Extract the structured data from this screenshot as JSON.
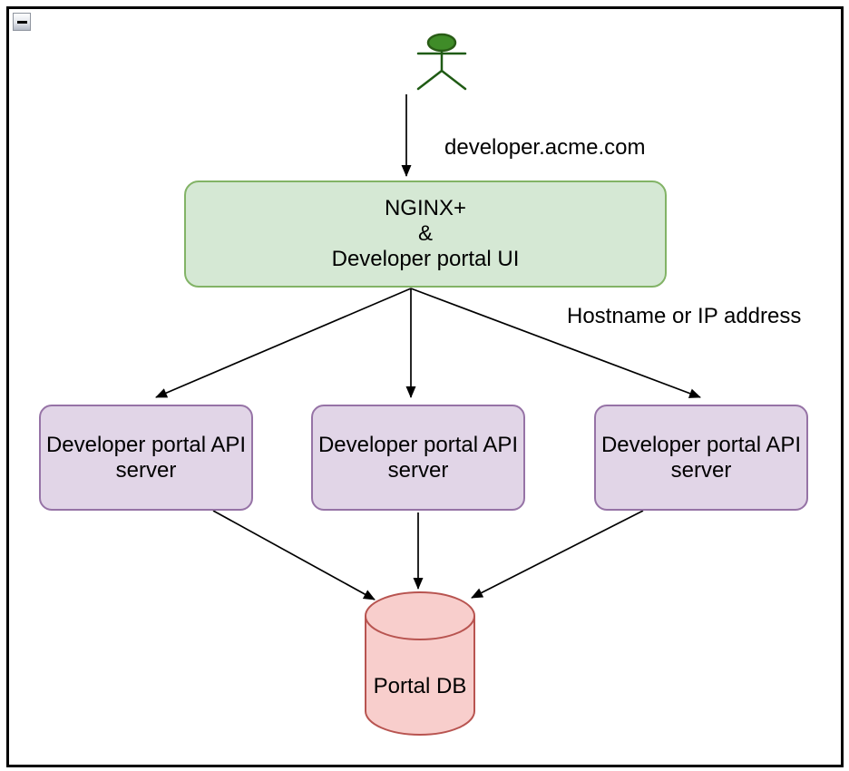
{
  "window": {
    "collapse_button": {
      "icon": "minus-icon"
    }
  },
  "colors": {
    "edge": "#000000",
    "gateway_fill": "#d5e8d4",
    "gateway_stroke": "#82b366",
    "api_fill": "#e1d5e7",
    "api_stroke": "#9673a6",
    "db_fill": "#f8cecc",
    "db_stroke": "#b85450",
    "actor_head_fill": "#3f8c28",
    "actor_head_stroke": "#295c16",
    "actor_line": "#1f5b14"
  },
  "diagram": {
    "edge_labels": {
      "request_url": "developer.acme.com",
      "routing_note": "Hostname or IP address"
    },
    "gateway": {
      "label": "NGINX+\n&\nDeveloper portal UI"
    },
    "api_servers": [
      {
        "label": "Developer portal API\nserver"
      },
      {
        "label": "Developer portal API\nserver"
      },
      {
        "label": "Developer portal API\nserver"
      }
    ],
    "database": {
      "label": "Portal DB"
    }
  }
}
